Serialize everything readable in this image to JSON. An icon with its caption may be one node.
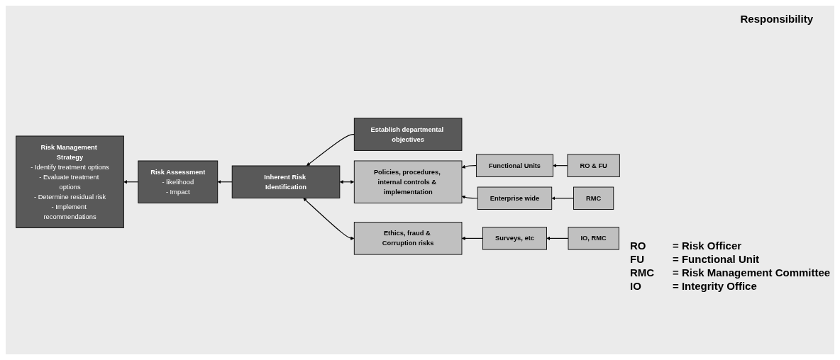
{
  "diagram": {
    "nodes": [
      {
        "text": [
          "Establish departmental objectives"
        ]
      },
      {
        "text": [
          "Inherent Risk Identification"
        ]
      },
      {
        "text": [
          "Risk Assessment",
          "- likelihood",
          "- Impact"
        ]
      },
      {
        "text": [
          "Risk Management Strategy",
          "- Identify treatment options",
          "- Evaluate treatment options",
          "- Determine residual risk",
          "- Implement recommendations"
        ]
      },
      {
        "text": [
          "Policies, procedures, internal controls & implementation"
        ]
      },
      {
        "text": [
          "Functional Units"
        ]
      },
      {
        "text": [
          "Enterprise wide"
        ]
      },
      {
        "text": [
          "RO & FU"
        ]
      },
      {
        "text": [
          "RMC"
        ]
      },
      {
        "text": [
          "Ethics, fraud & Corruption risks"
        ]
      },
      {
        "text": [
          "Surveys, etc"
        ]
      },
      {
        "text": [
          "IO, RMC"
        ]
      }
    ],
    "edges": [
      {
        "from": 0,
        "to": 1,
        "arrow": "to"
      },
      {
        "from": 1,
        "to": 2,
        "arrow": "to"
      },
      {
        "from": 2,
        "to": 3,
        "arrow": "to"
      },
      {
        "from": 1,
        "to": 4,
        "arrow": "both"
      },
      {
        "from": 1,
        "to": 9,
        "arrow": "both"
      },
      {
        "from": 5,
        "to": 4,
        "arrow": "to"
      },
      {
        "from": 6,
        "to": 4,
        "arrow": "to"
      },
      {
        "from": 7,
        "to": 5,
        "arrow": "to"
      },
      {
        "from": 8,
        "to": 6,
        "arrow": "to"
      },
      {
        "from": 10,
        "to": 9,
        "arrow": "to"
      },
      {
        "from": 11,
        "to": 10,
        "arrow": "to"
      }
    ],
    "labels": [
      "Responsibility",
      "RO",
      "= Risk Officer",
      "FU",
      "= Functional Unit",
      "RMC",
      "= Risk Management Committee",
      "IO",
      "= Integrity Office"
    ]
  }
}
